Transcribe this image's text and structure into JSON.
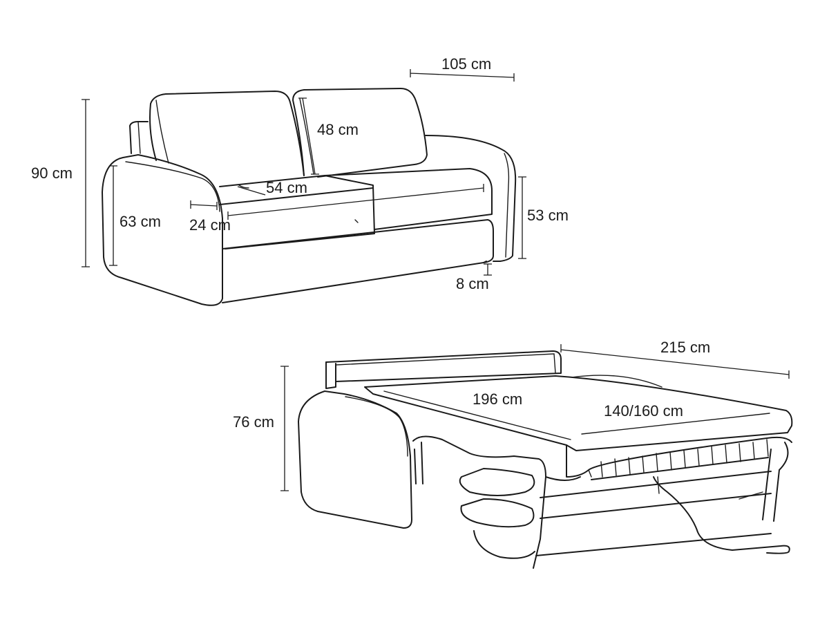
{
  "sofa": {
    "width_seat": "105 cm",
    "back_cushion_height": "48 cm",
    "total_height": "90 cm",
    "seat_depth": "54 cm",
    "arm_height": "63 cm",
    "arm_width": "24 cm",
    "seat_height": "53 cm",
    "leg_height": "8 cm"
  },
  "bed": {
    "total_length": "215 cm",
    "height": "76 cm",
    "mattress_length": "196 cm",
    "mattress_width": "140/160 cm"
  }
}
